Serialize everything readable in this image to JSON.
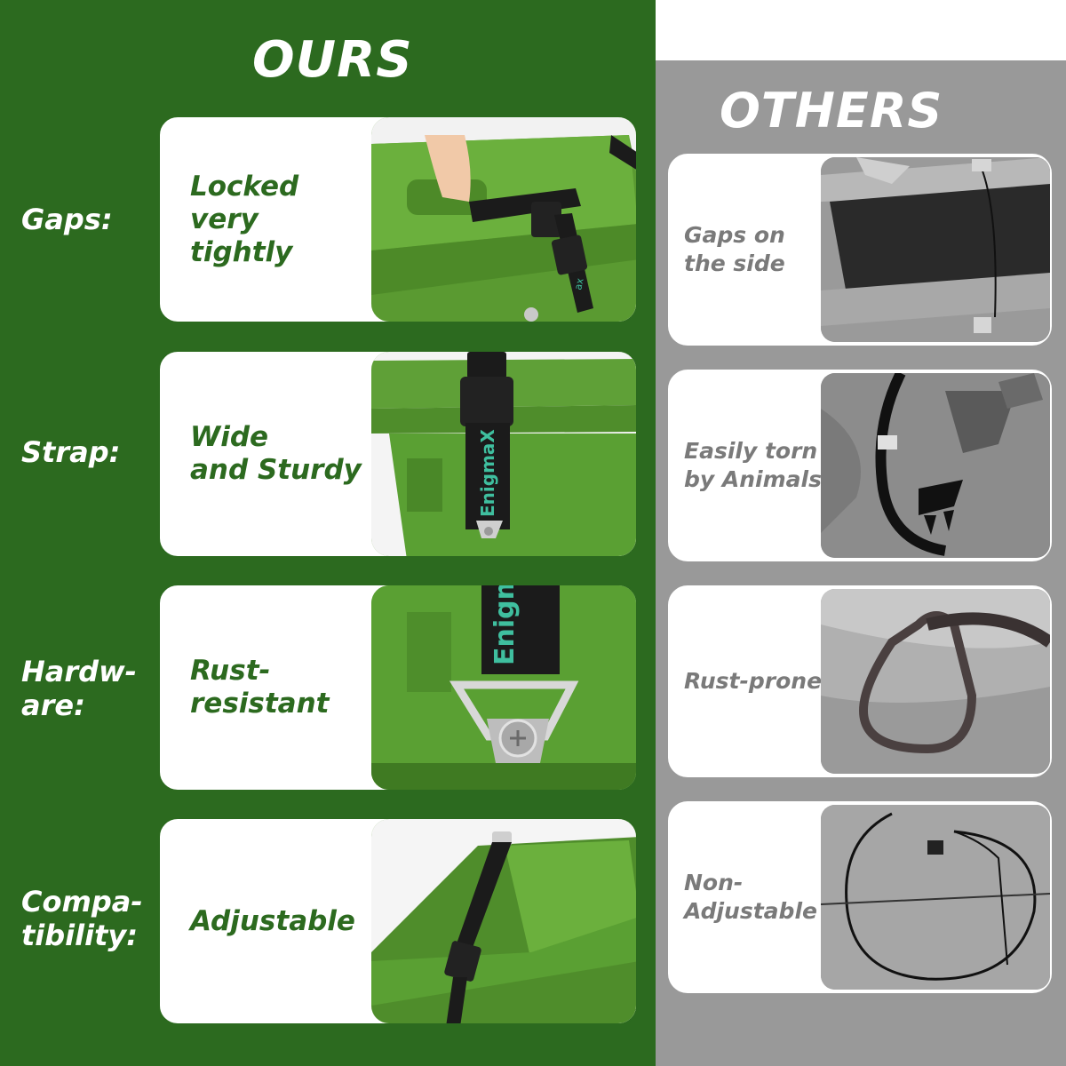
{
  "headings": {
    "ours": "OURS",
    "others": "OTHERS"
  },
  "rows": [
    {
      "label": "Gaps:",
      "ours": "Locked\nvery tightly",
      "others": "Gaps on\nthe side"
    },
    {
      "label": "Strap:",
      "ours": "Wide\nand Sturdy",
      "others": "Easily torn\nby Animals"
    },
    {
      "label": "Hardw-\nare:",
      "ours": "Rust-\nresistant",
      "others": "Rust-prone"
    },
    {
      "label": "Compa-\ntibility:",
      "ours": "Adjustable",
      "others": "Non-\nAdjustable"
    }
  ],
  "brand": {
    "strap_text": "EnigmaX"
  },
  "colors": {
    "ours_bg": "#2c6a1f",
    "others_bg": "#999999",
    "bin_green": "#5fa037",
    "accent_teal": "#3fbf9f"
  }
}
